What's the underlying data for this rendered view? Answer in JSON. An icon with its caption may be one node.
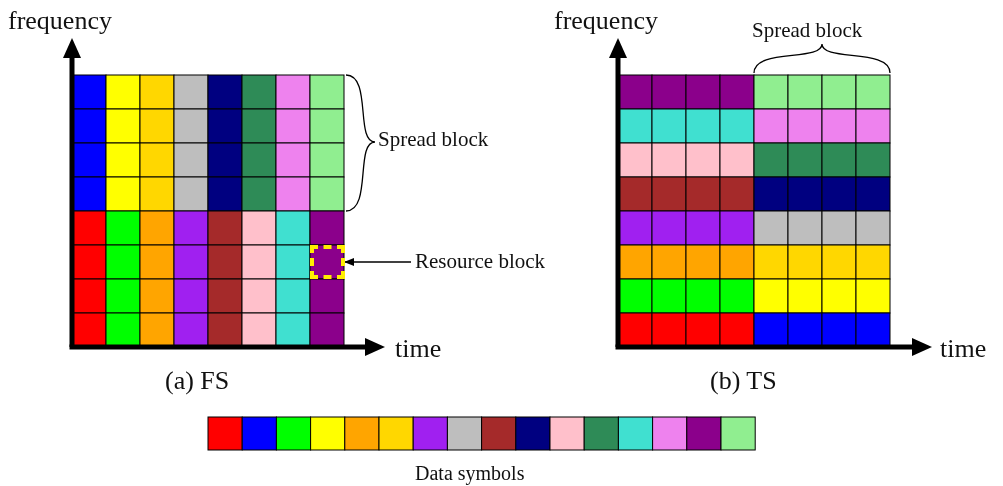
{
  "diagram": {
    "nodes": [
      {
        "text": [
          "Resource block"
        ]
      },
      {
        "text": [],
        "shape": "box"
      }
    ],
    "edges": [
      {
        "from": 0,
        "to": 1,
        "arrow": "to"
      }
    ],
    "labels": [
      "frequency",
      "frequency",
      "Spread block",
      "Spread block",
      "time",
      "time",
      "(a) FS",
      "(b) TS",
      "Data symbols"
    ]
  }
}
